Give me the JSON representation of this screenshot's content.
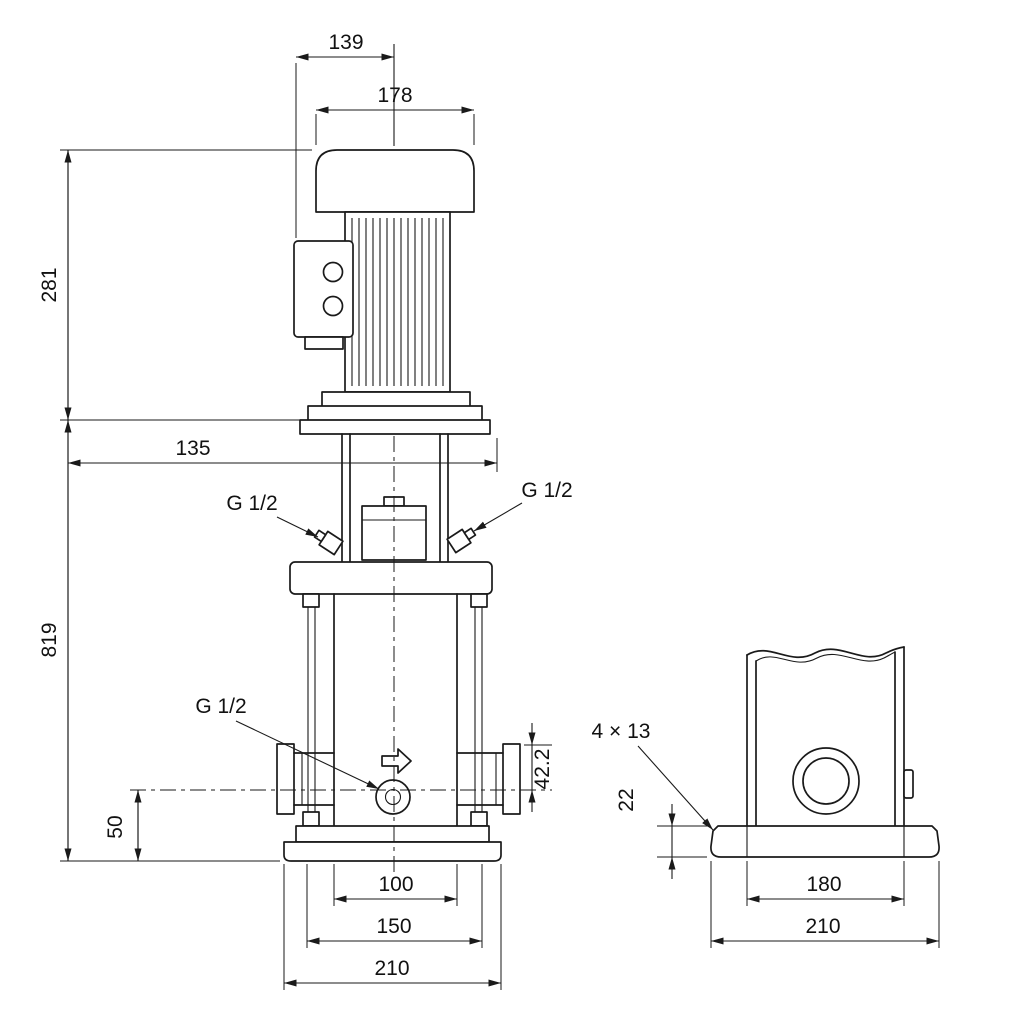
{
  "colors": {
    "line": "#1a1a1a",
    "background": "#ffffff"
  },
  "front_view": {
    "dims": {
      "d139": "139",
      "d178": "178",
      "d281": "281",
      "d135": "135",
      "d819": "819",
      "d42_2": "42.2",
      "d50": "50",
      "d100": "100",
      "d150": "150",
      "d210": "210"
    },
    "ports": {
      "vent_left": "G 1/2",
      "vent_right": "G 1/2",
      "drain": "G 1/2"
    }
  },
  "side_view": {
    "dims": {
      "holes": "4 × 13",
      "d22": "22",
      "d180": "180",
      "d210": "210"
    }
  }
}
